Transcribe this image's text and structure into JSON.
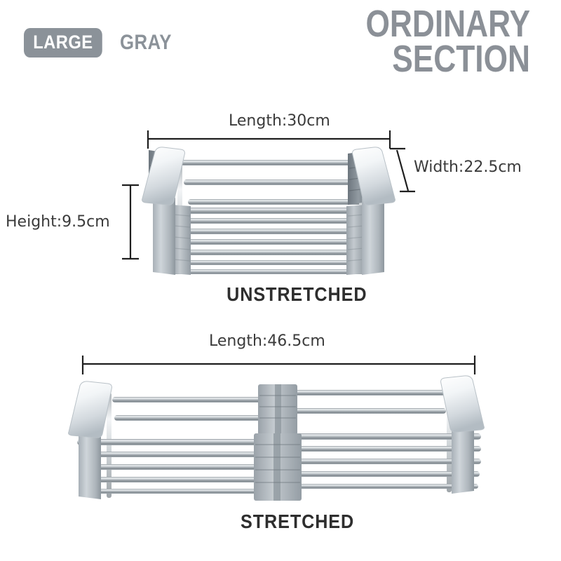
{
  "header": {
    "size_badge": "LARGE",
    "color_name": "GRAY",
    "title_line1": "ORDINARY",
    "title_line2": "SECTION",
    "badge_bg_color": "#8b9299",
    "title_color": "#8b9097"
  },
  "product_unstretched": {
    "state_label": "UNSTRETCHED",
    "length_label": "Length:30cm",
    "width_label": "Width:22.5cm",
    "height_label": "Height:9.5cm"
  },
  "product_stretched": {
    "state_label": "STRETCHED",
    "length_label": "Length:46.5cm"
  },
  "colors": {
    "background": "#ffffff",
    "measure_line": "#1f1f1f",
    "dim_text": "#3b3b3b",
    "state_text": "#2e2e2e",
    "plastic_light": "#c9ced3",
    "plastic_mid": "#9aa3ab",
    "plastic_dark": "#6f7880",
    "steel_light": "#e2e6e9",
    "steel_mid": "#9fa7ad",
    "steel_dark": "#6d747a"
  }
}
